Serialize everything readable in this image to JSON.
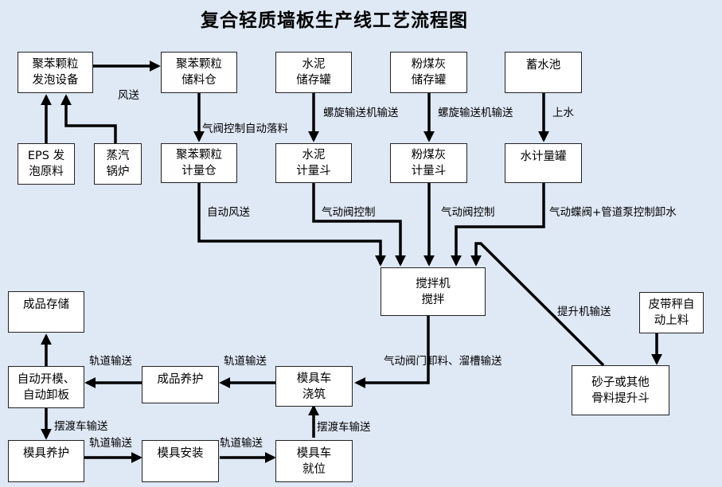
{
  "title": "复合轻质墙板生产线工艺流程图",
  "nodes": {
    "foam_equipment": "聚苯颗粒\n发泡设备",
    "pellet_storage": "聚苯颗粒\n储料仓",
    "cement_tank": "水泥\n储存罐",
    "flyash_tank": "粉煤灰\n储存罐",
    "reservoir": "蓄水池",
    "eps_material": "EPS 发\n泡原料",
    "steam_boiler": "蒸汽\n锅炉",
    "pellet_meter": "聚苯颗粒\n计量仓",
    "cement_meter": "水泥\n计量斗",
    "flyash_meter": "粉煤灰\n计量斗",
    "water_meter": "水计量罐",
    "mixer": "搅拌机\n搅拌",
    "product_storage": "成品存储",
    "belt_scale": "皮带秤自\n动上料",
    "auto_open": "自动开模、\n自动卸板",
    "product_curing": "成品养护",
    "mold_casting": "模具车\n浇筑",
    "aggregate_hoist": "砂子或其他\n骨料提升斗",
    "mold_curing": "模具养护",
    "mold_install": "模具安装",
    "mold_position": "模具车\n就位"
  },
  "labels": {
    "wind_send": "风送",
    "pneumatic_valve_drop": "气阀控制自动落料",
    "screw_conveyor_1": "螺旋输送机输送",
    "screw_conveyor_2": "螺旋输送机输送",
    "water_up": "上水",
    "auto_wind": "自动风送",
    "pneumatic_1": "气动阀控制",
    "pneumatic_2": "气动阀控制",
    "butterfly_valve": "气动蝶阀+管道泵控制卸水",
    "hoist_conveyor": "提升机输送",
    "rail_1": "轨道输送",
    "rail_2": "轨道输送",
    "discharge_trough": "气动阀门卸料、溜槽输送",
    "transfer_1": "摆渡车输送",
    "transfer_2": "摆渡车输送",
    "rail_3": "轨道输送",
    "rail_4": "轨道输送"
  }
}
